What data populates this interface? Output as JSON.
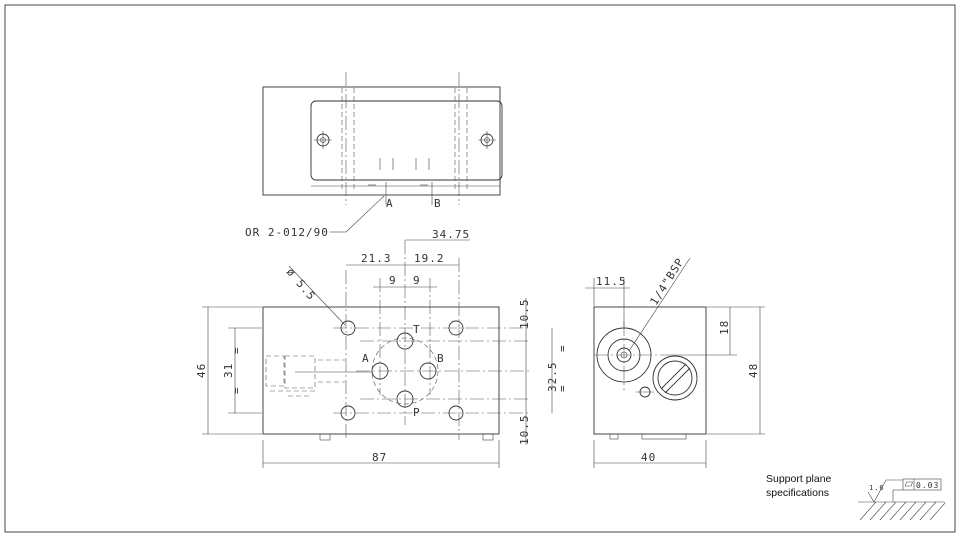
{
  "ports": {
    "a": "A",
    "b": "B",
    "t": "T",
    "p": "P"
  },
  "callouts": {
    "oring": "OR 2-012/90",
    "bsp": "1/4\"BSP",
    "diameter": "ø 5.5"
  },
  "dims_front": {
    "d34_75": "34.75",
    "d21_3": "21.3",
    "d19_2": "19.2",
    "d9_left": "9",
    "d9_right": "9",
    "d87": "87",
    "d46": "46",
    "d31": "31",
    "d10_5_top": "10.5",
    "d32_5": "32.5",
    "d10_5_bottom": "10.5",
    "eq": "="
  },
  "dims_side": {
    "d11_5": "11.5",
    "d18": "18",
    "d48": "48",
    "d40": "40"
  },
  "support": {
    "line1": "Support plane",
    "line2": "specifications",
    "flatness": "0.03",
    "roughness": "1.6"
  }
}
